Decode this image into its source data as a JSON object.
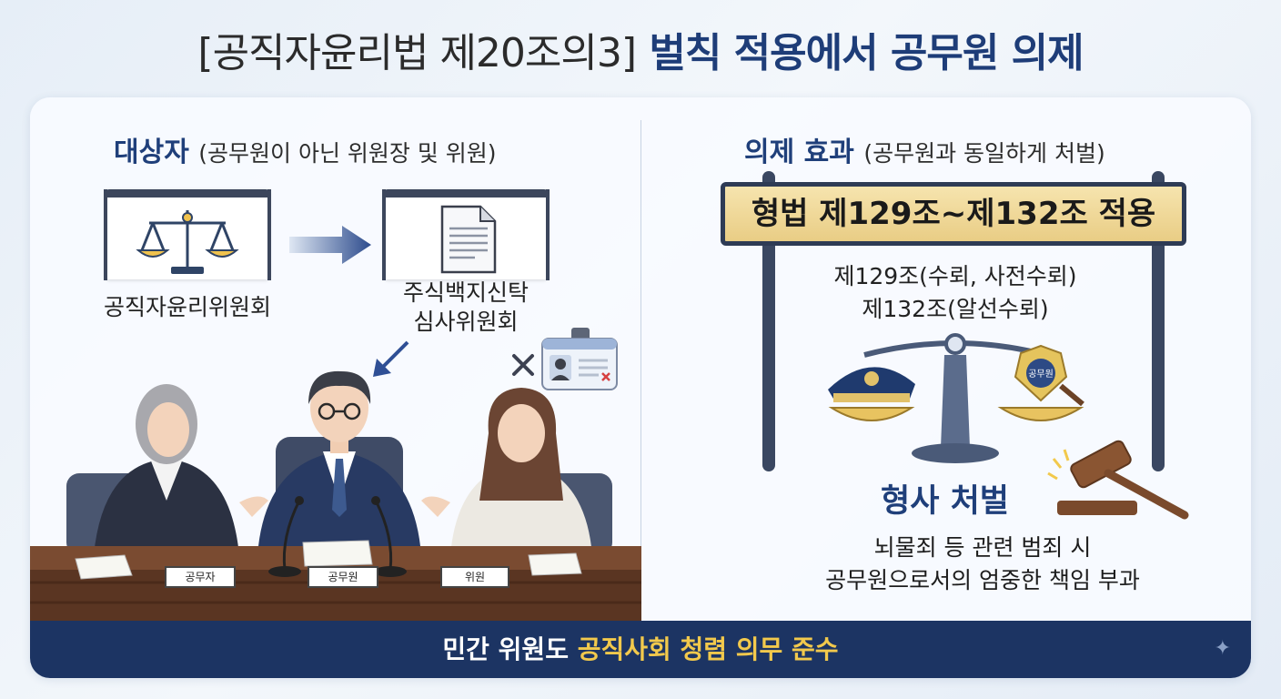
{
  "title": {
    "part1": "[공직자윤리법 제20조의3]",
    "part2": "벌칙 적용에서 공무원 의제"
  },
  "left": {
    "heading": "대상자",
    "heading_sub": "(공무원이 아닌 위원장 및 위원)",
    "board1_label": "공직자윤리위원회",
    "board2_label_line1": "주식백지신탁",
    "board2_label_line2": "심사위원회",
    "nameplates": [
      "공무자",
      "공무원",
      "위원"
    ]
  },
  "right": {
    "heading": "의제 효과",
    "heading_sub": "(공무원과 동일하게 처벌)",
    "sign": "형법 제129조~제132조 적용",
    "article1": "제129조(수뢰, 사전수뢰)",
    "article2": "제132조(알선수뢰)",
    "badge_text": "공무원",
    "punish_title": "형사 처벌",
    "effect_line1": "뇌물죄 등 관련 범죄 시",
    "effect_line2": "공무원으로서의 엄중한 책임 부과"
  },
  "footer": {
    "part1": "민간 위원도",
    "part2": "공직사회 청렴 의무 준수"
  },
  "icons": [
    "scales-icon",
    "document-icon",
    "arrow-right-icon",
    "arrow-down-left-icon",
    "id-card-icon",
    "cross-icon",
    "police-cap-icon",
    "police-badge-icon",
    "gavel-icon",
    "sparkle-icon"
  ],
  "colors": {
    "navy": "#1c3463",
    "heading_blue": "#1f3f7a",
    "gold": "#f2c94c",
    "sign_gold": "#e9cd85"
  }
}
